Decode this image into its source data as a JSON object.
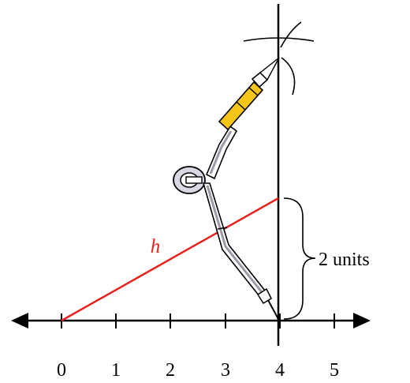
{
  "number_line": {
    "tick_labels": [
      "0",
      "1",
      "2",
      "3",
      "4",
      "5"
    ]
  },
  "hypotenuse": {
    "label": "h",
    "color": "#e8231f"
  },
  "height_brace": {
    "label": "2 units"
  },
  "compass": {
    "pencil_color": "#f5c518",
    "body_color": "#d8d8e4"
  }
}
